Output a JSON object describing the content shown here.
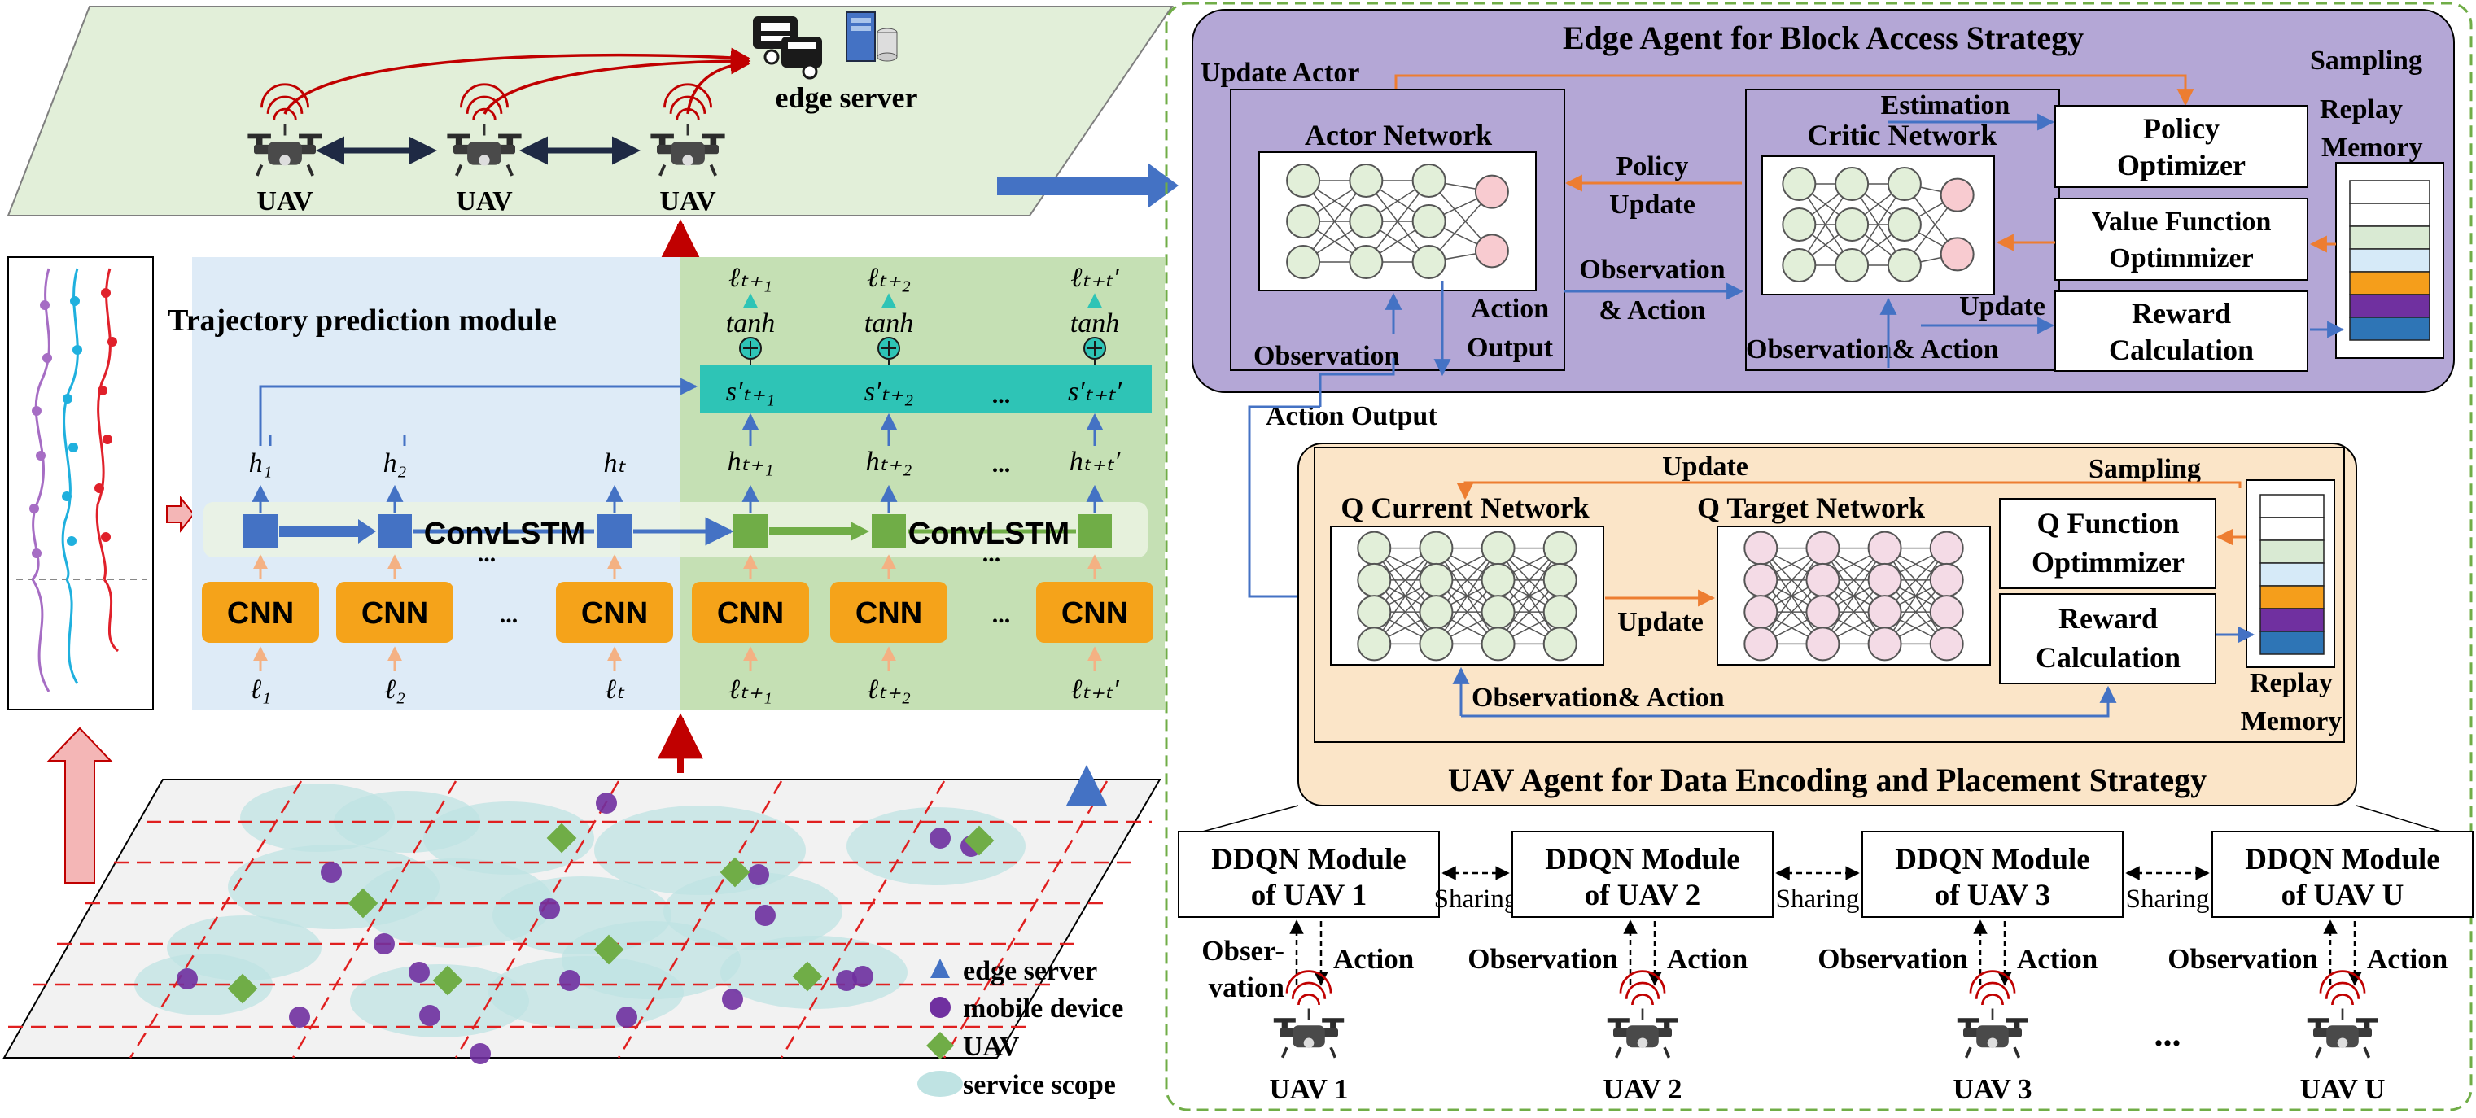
{
  "top_plane": {
    "uav_labels": [
      "UAV",
      "UAV",
      "UAV"
    ],
    "edge_server_label": "edge server"
  },
  "trajectory_module": {
    "title": "Trajectory prediction module",
    "convlstm_left": "ConvLSTM",
    "convlstm_right": "ConvLSTM",
    "cnn_label": "CNN",
    "ellipsis": "...",
    "inputs": [
      "ℓ₁",
      "ℓ₂",
      "ℓₜ",
      "ℓₜ₊₁",
      "ℓₜ₊₂",
      "ℓₜ₊ₜ′"
    ],
    "hidden": [
      "h₁",
      "h₂",
      "hₜ",
      "hₜ₊₁",
      "hₜ₊₂",
      "hₜ₊ₜ′"
    ],
    "states": [
      "s′ₜ₊₁",
      "s′ₜ₊₂",
      "s′ₜ₊ₜ′"
    ],
    "tanh": "tanh",
    "outputs": [
      "ℓₜ₊₁",
      "ℓₜ₊₂",
      "ℓₜ₊ₜ′"
    ]
  },
  "legend": {
    "items": [
      {
        "label": "edge server",
        "color": "#4472c4",
        "icon": "triangle"
      },
      {
        "label": "mobile device",
        "color": "#7030a0",
        "icon": "circle"
      },
      {
        "label": "UAV",
        "color": "#70ad47",
        "icon": "diamond"
      },
      {
        "label": "service scope",
        "color": "#bfe3e3",
        "icon": "ellipse"
      }
    ]
  },
  "edge_agent": {
    "title": "Edge Agent for Block Access Strategy",
    "update_actor": "Update Actor",
    "sampling": "Sampling",
    "actor_network": "Actor Network",
    "policy_update_1": "Policy",
    "policy_update_2": "Update",
    "critic_network": "Critic Network",
    "estimation": "Estimation",
    "policy_optimizer_1": "Policy",
    "policy_optimizer_2": "Optimizer",
    "replay_memory_1": "Replay",
    "replay_memory_2": "Memory",
    "value_function_1": "Value Function",
    "value_function_2": "Optimmizer",
    "obs_action_1": "Observation",
    "obs_action_2": "& Action",
    "update": "Update",
    "reward_1": "Reward",
    "reward_2": "Calculation",
    "observation": "Observation",
    "action_output_1": "Action",
    "action_output_2": "Output",
    "obs_and_action": "Observation& Action"
  },
  "action_output_label": "Action Output",
  "uav_agent": {
    "title": "UAV Agent for  Data Encoding and Placement Strategy",
    "update_top": "Update",
    "sampling": "Sampling",
    "q_current": "Q Current Network",
    "q_target": "Q Target Network",
    "q_function_1": "Q Function",
    "q_function_2": "Optimmizer",
    "update_mid": "Update",
    "reward_1": "Reward",
    "reward_2": "Calculation",
    "obs_and_action": "Observation& Action",
    "replay_memory_1": "Replay",
    "replay_memory_2": "Memory"
  },
  "ddqn_modules": [
    {
      "line1": "DDQN Module",
      "line2": "of UAV 1",
      "uav": "UAV 1"
    },
    {
      "line1": "DDQN Module",
      "line2": "of UAV 2",
      "uav": "UAV 2"
    },
    {
      "line1": "DDQN Module",
      "line2": "of UAV 3",
      "uav": "UAV 3"
    },
    {
      "line1": "DDQN Module",
      "line2": "of UAV U",
      "uav": "UAV U"
    }
  ],
  "sharing_label": "Sharing",
  "observation_label": "Observation",
  "obser_vation_1": "Obser-",
  "obser_vation_2": "vation",
  "action_label": "Action",
  "bottom_ellipsis": "...",
  "colors": {
    "plane_green": "#e2efd9",
    "lstm_blue": "#deebf7",
    "lstm_green": "#c5e0b4",
    "edge_purple": "#b4a7d6",
    "uav_orange": "#fbe5c8",
    "cnn_orange": "#f5a31a",
    "convlstm_blue": "#4472c4",
    "convlstm_green": "#70ad47",
    "state_teal": "#2ec4b6",
    "arrow_red": "#c00000",
    "arrow_blue": "#4472c4",
    "arrow_orange": "#ed7d31"
  }
}
